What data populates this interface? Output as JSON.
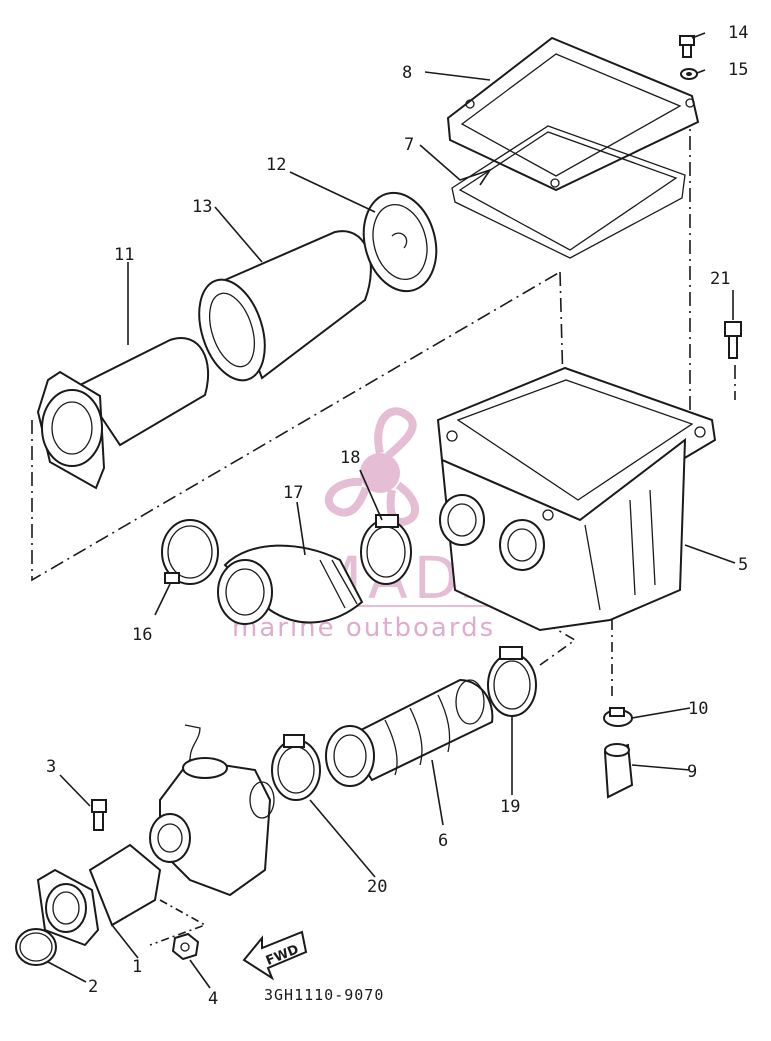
{
  "diagram": {
    "part_numbers": [
      "1",
      "2",
      "3",
      "4",
      "5",
      "6",
      "7",
      "8",
      "9",
      "10",
      "11",
      "12",
      "13",
      "14",
      "15",
      "16",
      "17",
      "18",
      "19",
      "20",
      "21"
    ],
    "drawing_code": "3GH1110-9070",
    "fwd_label": "FWD"
  },
  "watermark": {
    "brand": "ARMADA",
    "tagline": "marine outboards",
    "color": "#d08ab4"
  }
}
